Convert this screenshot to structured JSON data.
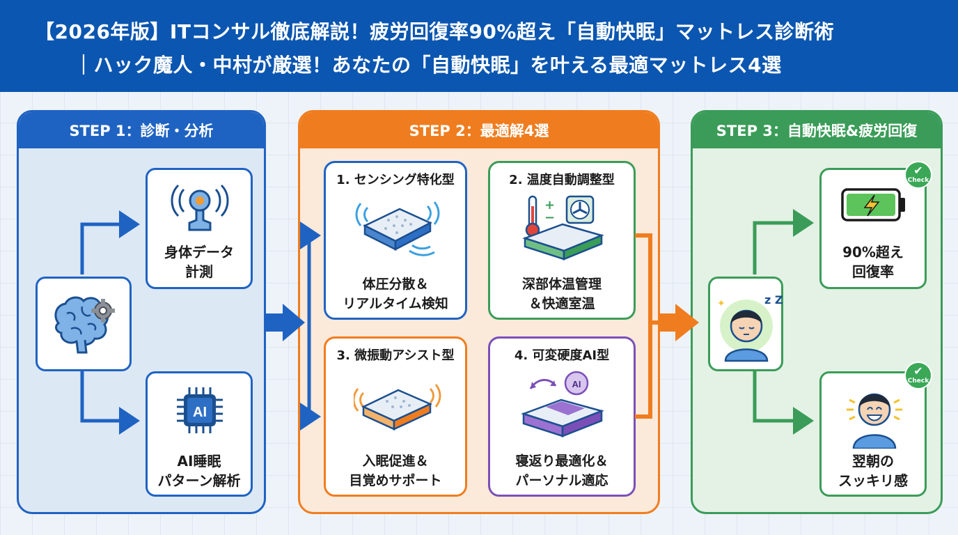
{
  "header": {
    "line1": "【2026年版】ITコンサル徹底解説！疲労回復率90%超え「自動快眠」マットレス診断術",
    "line2": "｜ハック魔人・中村が厳選！あなたの「自動快眠」を叶える最適マットレス4選"
  },
  "step1": {
    "title": "STEP 1：診断・分析",
    "card_top": [
      "身体データ",
      "計測"
    ],
    "card_bottom": [
      "AI睡眠",
      "パターン解析"
    ],
    "chip_text": "AI"
  },
  "step2": {
    "title": "STEP 2：最適解4選",
    "cards": [
      {
        "title": "1. センシング特化型",
        "desc": [
          "体圧分散＆",
          "リアルタイム検知"
        ]
      },
      {
        "title": "2. 温度自動調整型",
        "desc": [
          "深部体温管理",
          "＆快適室温"
        ]
      },
      {
        "title": "3. 微振動アシスト型",
        "desc": [
          "入眠促進＆",
          "目覚めサポート"
        ]
      },
      {
        "title": "4. 可変硬度AI型",
        "desc": [
          "寝返り最適化＆",
          "パーソナル適応"
        ]
      }
    ],
    "bubble_text": "AI"
  },
  "step3": {
    "title": "STEP 3：自動快眠&疲労回復",
    "card_top": [
      "90%超え",
      "回復率"
    ],
    "card_bottom": [
      "翌朝の",
      "スッキリ感"
    ],
    "check_label": "Check",
    "zzz": "z Z"
  },
  "colors": {
    "blue": "#1f63c2",
    "orange": "#ef7d1f",
    "green": "#3a9c58",
    "purple": "#7b4fb8",
    "header": "#0b56b0"
  }
}
